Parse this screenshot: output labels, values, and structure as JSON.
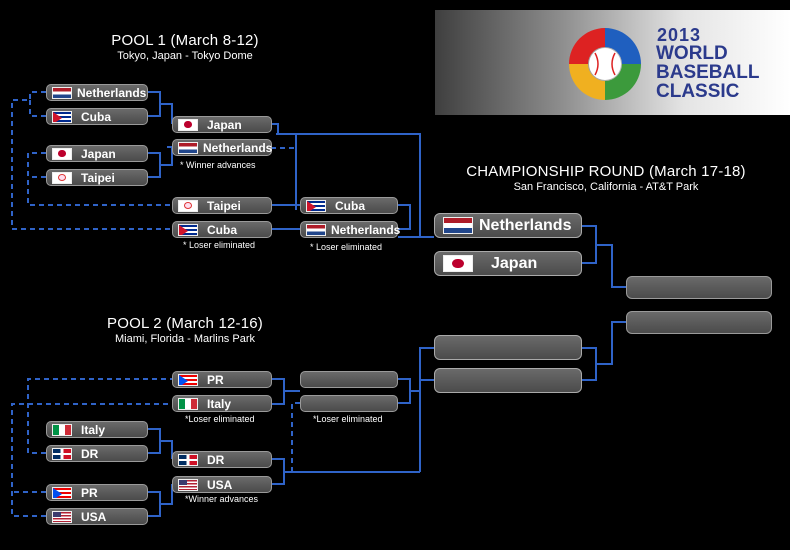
{
  "pool1": {
    "title": "POOL  1  (March 8-12)",
    "subtitle": "Tokyo, Japan - Tokyo Dome"
  },
  "pool2": {
    "title": "POOL  2  (March 12-16)",
    "subtitle": "Miami, Florida - Marlins Park"
  },
  "championship": {
    "title": "CHAMPIONSHIP ROUND  (March 17-18)",
    "subtitle": "San Francisco, California - AT&T Park"
  },
  "logo": {
    "year": "2013",
    "line1": "WORLD",
    "line2": "BASEBALL",
    "line3": "CLASSIC"
  },
  "teams": {
    "p1_r1_a": "Netherlands",
    "p1_r1_b": "Cuba",
    "p1_r1_c": "Japan",
    "p1_r1_d": "Taipei",
    "p1_r2_a": "Japan",
    "p1_r2_b": "Netherlands",
    "p1_r2_c": "Taipei",
    "p1_r2_d": "Cuba",
    "p1_r3_a": "Cuba",
    "p1_r3_b": "Netherlands",
    "p2_r1_a": "Italy",
    "p2_r1_b": "DR",
    "p2_r1_c": "PR",
    "p2_r1_d": "USA",
    "p2_r2_a": "PR",
    "p2_r2_b": "Italy",
    "p2_r2_c": "DR",
    "p2_r2_d": "USA",
    "ch_a": "Netherlands",
    "ch_b": "Japan"
  },
  "flags": {
    "Netherlands": "flag-netherlands-icon",
    "Cuba": "flag-cuba-icon",
    "Japan": "flag-japan-icon",
    "Taipei": "flag-taipei-icon",
    "PR": "flag-puerto-rico-icon",
    "Italy": "flag-italy-icon",
    "DR": "flag-dominican-republic-icon",
    "USA": "flag-usa-icon"
  },
  "notes": {
    "p1_winner": "* Winner advances",
    "p1_loser1": "* Loser eliminated",
    "p1_loser2": "* Loser eliminated",
    "p2_loser1": "*Loser eliminated",
    "p2_loser2": "*Loser eliminated",
    "p2_winner": "*Winner advances"
  },
  "colors": {
    "bracket_line": "#2f63c8",
    "background": "#000000",
    "logo_text": "#2b3a8c"
  }
}
